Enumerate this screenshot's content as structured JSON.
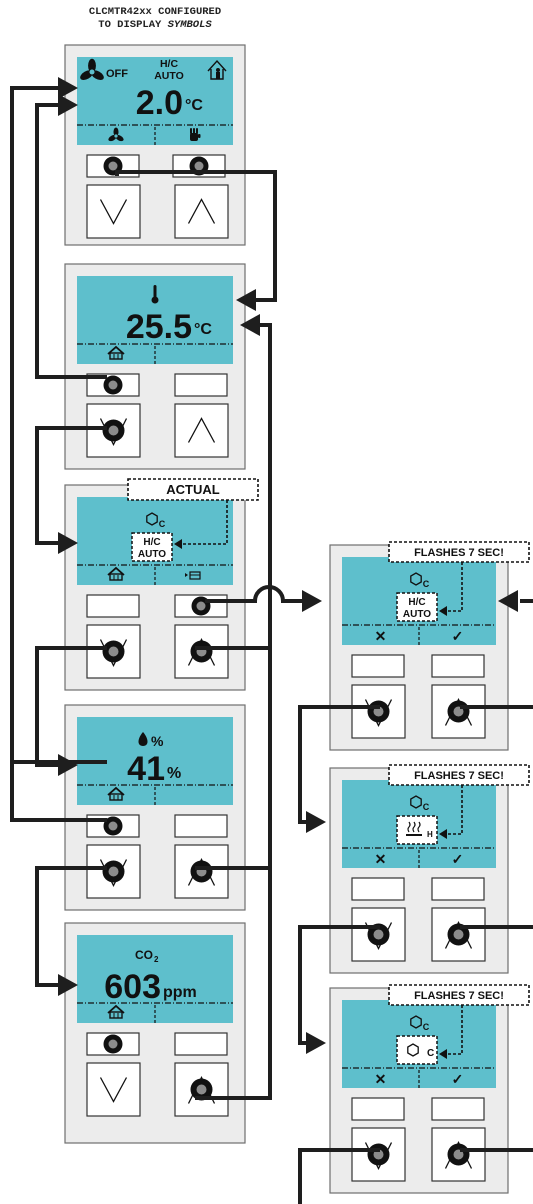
{
  "header": {
    "line1": "CLCMTR42xx CONFIGURED",
    "line2_prefix": "TO DISPLAY ",
    "line2_emph": "SYMBOLS"
  },
  "colors": {
    "screen": "#5ebfcc",
    "device": "#ececec",
    "device_border": "#6f6f6f",
    "arrow": "#1e1e1e",
    "knob_fill": "#8c8c8c"
  },
  "left_column": [
    {
      "id": "setpoint",
      "fan_status": "OFF",
      "mode_line1": "H/C",
      "mode_line2": "AUTO",
      "value": "2.0",
      "unit": "°C",
      "softkey_left_icon": "fan-icon",
      "softkey_right_icon": "hand-icon",
      "bottom_left": "down",
      "bottom_right": "up"
    },
    {
      "id": "temperature",
      "top_icon": "thermometer-icon",
      "value": "25.5",
      "unit": "°C",
      "softkey_left_icon": "home-icon",
      "bottom_left": "round",
      "bottom_right": "up"
    },
    {
      "id": "mode",
      "callout": "ACTUAL",
      "icon": "hexagon-icon",
      "icon_sub": "C",
      "mode_line1": "H/C",
      "mode_line2": "AUTO",
      "softkey_left_icon": "home-icon",
      "softkey_right_icon": "menu-icon",
      "bottom_left": "round",
      "bottom_right": "round"
    },
    {
      "id": "humidity",
      "top_icon": "drop-icon",
      "top_unit": "%",
      "value": "41",
      "unit": "%",
      "softkey_left_icon": "home-icon",
      "bottom_left": "round",
      "bottom_right": "round"
    },
    {
      "id": "co2",
      "label_main": "CO",
      "label_sub": "2",
      "value": "603",
      "unit": "ppm",
      "softkey_left_icon": "home-icon",
      "bottom_left": "down",
      "bottom_right": "round"
    }
  ],
  "right_column": [
    {
      "id": "mode-auto",
      "callout": "FLASHES 7 SEC!",
      "icon": "hexagon-icon",
      "icon_sub": "C",
      "boxed_line1": "H/C",
      "boxed_line2": "AUTO",
      "softkey_left": "✕",
      "softkey_right": "✓"
    },
    {
      "id": "mode-heat",
      "callout": "FLASHES 7 SEC!",
      "icon": "hexagon-icon",
      "icon_sub": "C",
      "boxed_icon": "heating-icon",
      "boxed_suffix": "H",
      "softkey_left": "✕",
      "softkey_right": "✓"
    },
    {
      "id": "mode-cool",
      "callout": "FLASHES 7 SEC!",
      "icon": "hexagon-icon",
      "icon_sub": "C",
      "boxed_icon": "hexagon-icon",
      "boxed_suffix": "C",
      "softkey_left": "✕",
      "softkey_right": "✓"
    }
  ]
}
